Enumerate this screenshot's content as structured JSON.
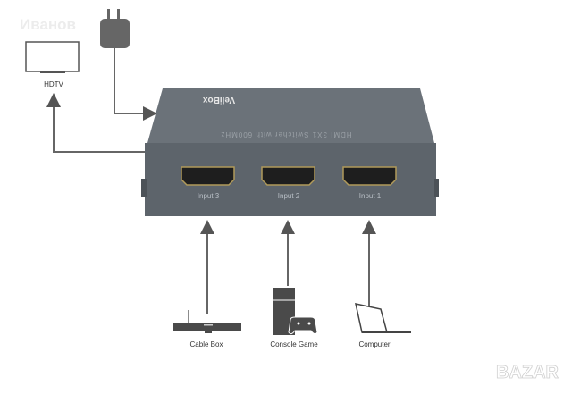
{
  "watermark_top": "Иванов",
  "watermark_bottom": "BAZAR",
  "display": {
    "label": "HDTV"
  },
  "switch": {
    "brand": "VeliBox",
    "model_text": "HDMI 3X1 Switcher with 600MHz",
    "ports": [
      {
        "label": "Input 3"
      },
      {
        "label": "Input 2"
      },
      {
        "label": "Input 1"
      }
    ],
    "body_color": "#636a71"
  },
  "sources": [
    {
      "label": "Cable Box",
      "icon": "set-top-box-icon"
    },
    {
      "label": "Console Game",
      "icon": "game-console-icon"
    },
    {
      "label": "Computer",
      "icon": "laptop-icon"
    }
  ],
  "line_color": "#666666"
}
